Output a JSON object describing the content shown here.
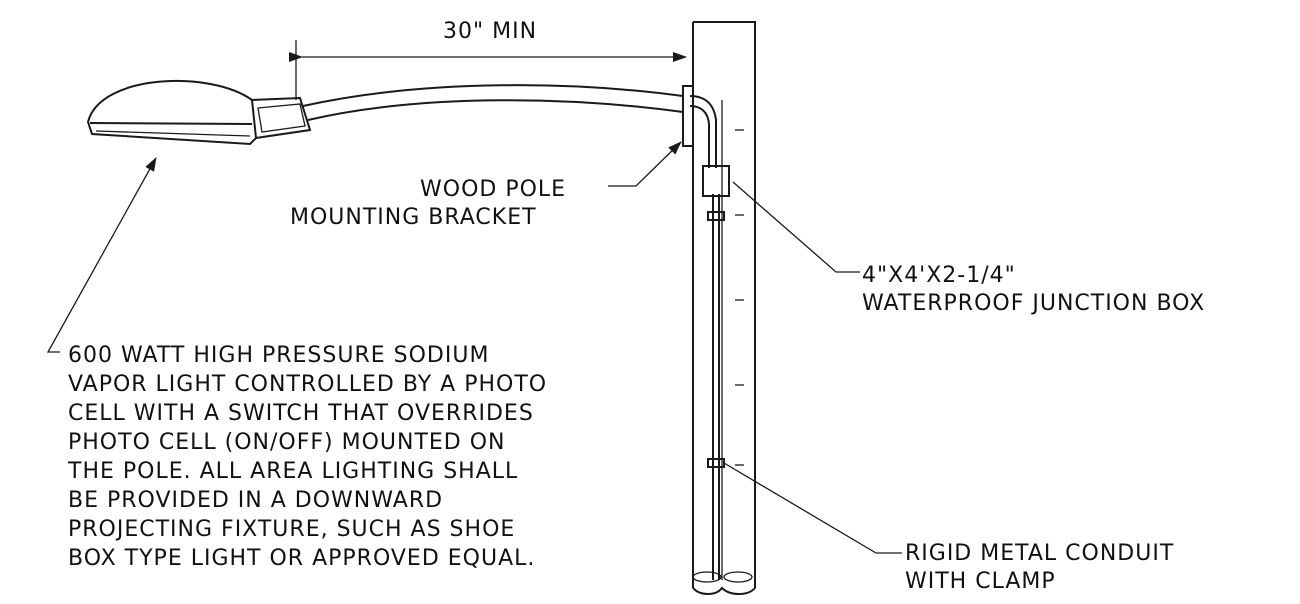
{
  "dimension": {
    "label": "30\" MIN"
  },
  "callouts": {
    "bracket": [
      "WOOD POLE",
      "MOUNTING BRACKET"
    ],
    "junction_box": [
      "4\"X4'X2-1/4\"",
      "WATERPROOF JUNCTION BOX"
    ],
    "conduit": [
      "RIGID METAL CONDUIT",
      "WITH CLAMP"
    ],
    "light": [
      "600 WATT HIGH PRESSURE SODIUM",
      "VAPOR LIGHT CONTROLLED BY A PHOTO",
      "CELL WITH A SWITCH THAT OVERRIDES",
      "PHOTO CELL (ON/OFF) MOUNTED ON",
      "THE POLE. ALL AREA LIGHTING SHALL",
      "BE PROVIDED IN A DOWNWARD",
      "PROJECTING FIXTURE, SUCH AS SHOE",
      "BOX TYPE LIGHT OR APPROVED EQUAL."
    ]
  }
}
